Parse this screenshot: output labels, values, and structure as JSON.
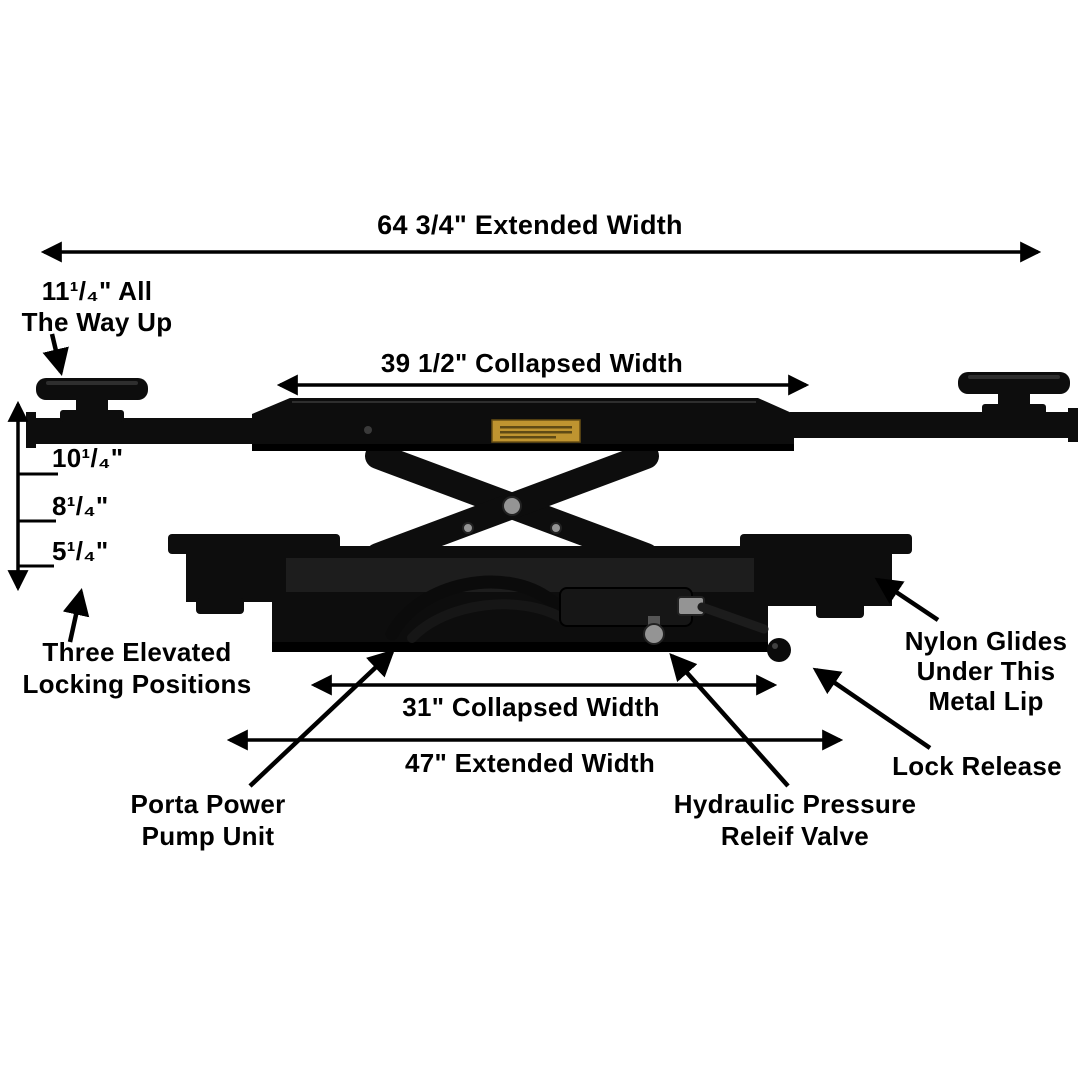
{
  "colors": {
    "background": "#ffffff",
    "machine": "#0d0d0d",
    "machine_highlight": "#2e2e2e",
    "machine_inner": "#1d1d1d",
    "metal_silver": "#949494",
    "label_gold": "#bf9430",
    "annotation": "#000000",
    "text": "#000000"
  },
  "dimensions": {
    "extended_width_top": "64 3/4\" Extended Width",
    "collapsed_width_upper": "39 1/2\" Collapsed Width",
    "collapsed_width_lower": "31\" Collapsed Width",
    "extended_width_lower": "47\" Extended Width",
    "max_height_line1": "11¹/₄\" All",
    "max_height_line2": "The Way Up",
    "lock_heights": [
      "10¹/₄\"",
      "8¹/₄\"",
      "5¹/₄\""
    ]
  },
  "callouts": {
    "locking_positions_line1": "Three Elevated",
    "locking_positions_line2": "Locking Positions",
    "porta_power_line1": "Porta Power",
    "porta_power_line2": "Pump Unit",
    "hydraulic_valve_line1": "Hydraulic Pressure",
    "hydraulic_valve_line2": "Releif Valve",
    "lock_release": "Lock Release",
    "nylon_glides_line1": "Nylon Glides",
    "nylon_glides_line2": "Under This",
    "nylon_glides_line3": "Metal Lip"
  }
}
